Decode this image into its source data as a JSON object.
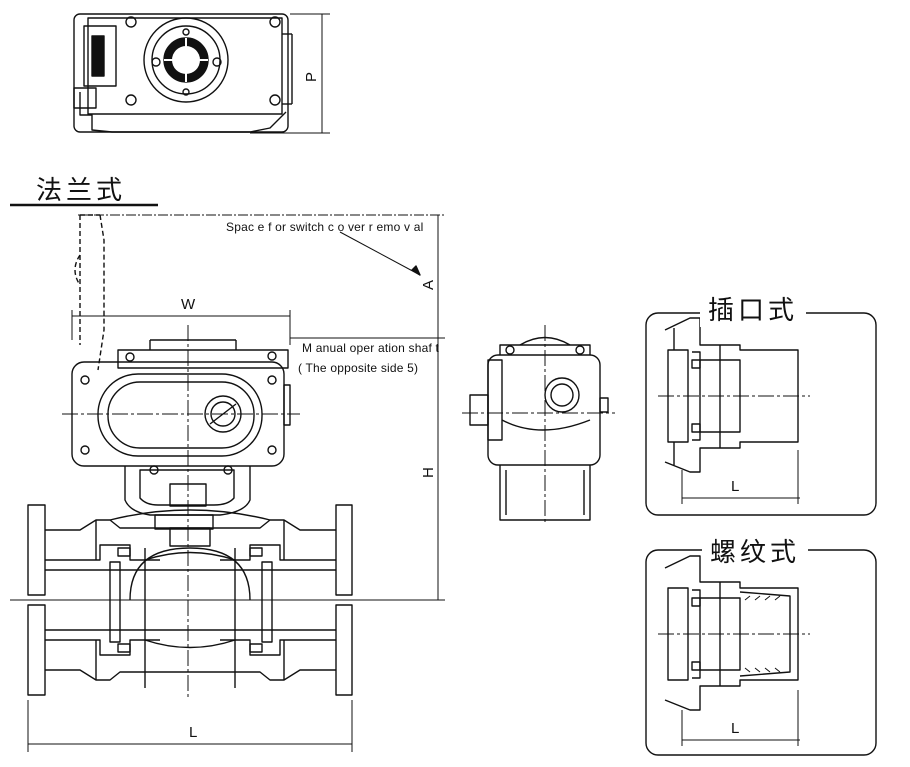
{
  "headings": {
    "flange": "法兰式",
    "socket": "插口式",
    "thread": "螺纹式"
  },
  "dimensions": {
    "P": "P",
    "A": "A",
    "W": "W",
    "H": "H",
    "L_main": "L",
    "L_socket": "L",
    "L_thread": "L"
  },
  "notes": {
    "switch_cover": "Spac  e f or switch c     o ver r  emo    v al",
    "manual_shaft_line1": "M anual oper       ation shaf     t",
    "manual_shaft_line2": "( The opposite side 5)"
  },
  "colors": {
    "line": "#111111",
    "background": "#ffffff"
  }
}
